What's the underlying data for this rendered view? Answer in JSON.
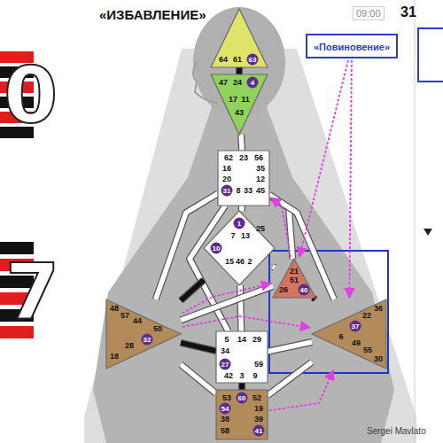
{
  "diagram": {
    "title": "«ИЗБАВЛЕНИЕ»",
    "nodes": [
      {
        "text": [
          "64",
          "61",
          "63"
        ]
      },
      {
        "text": [
          "«Повиновение»"
        ]
      },
      {
        "text": [
          "47",
          "24",
          "4",
          "17",
          "11",
          "43"
        ]
      },
      {
        "text": [
          "62",
          "23",
          "56",
          "16",
          "35",
          "20",
          "12",
          "31",
          "8",
          "33",
          "45"
        ]
      },
      {
        "text": [
          "1",
          "7",
          "13",
          "25",
          "10",
          "15",
          "46",
          "2"
        ]
      },
      {
        "text": [
          "21",
          "51",
          "26",
          "40"
        ]
      },
      {
        "text": [
          "48",
          "57",
          "44",
          "50",
          "32",
          "28",
          "18"
        ]
      },
      {
        "text": [
          "36",
          "22",
          "37",
          "6",
          "49",
          "55",
          "30"
        ]
      },
      {
        "text": [
          "5",
          "14",
          "29",
          "34",
          "27",
          "59",
          "42",
          "3",
          "9"
        ]
      },
      {
        "text": [
          "53",
          "60",
          "52",
          "54",
          "19",
          "38",
          "39",
          "58",
          "41"
        ]
      }
    ],
    "edges": [
      {
        "from": 0,
        "to": 2,
        "arrow": "none"
      },
      {
        "from": 2,
        "to": 3,
        "arrow": "none"
      },
      {
        "from": 3,
        "to": 4,
        "arrow": "none"
      },
      {
        "from": 3,
        "to": 5,
        "arrow": "none"
      },
      {
        "from": 3,
        "to": 6,
        "arrow": "none"
      },
      {
        "from": 3,
        "to": 7,
        "arrow": "none"
      },
      {
        "from": 3,
        "to": 8,
        "arrow": "none"
      },
      {
        "from": 4,
        "to": 5,
        "arrow": "none"
      },
      {
        "from": 4,
        "to": 6,
        "arrow": "none"
      },
      {
        "from": 4,
        "to": 8,
        "arrow": "none"
      },
      {
        "from": 5,
        "to": 6,
        "arrow": "none"
      },
      {
        "from": 5,
        "to": 7,
        "arrow": "none"
      },
      {
        "from": 6,
        "to": 8,
        "arrow": "none"
      },
      {
        "from": 8,
        "to": 7,
        "arrow": "none"
      },
      {
        "from": 8,
        "to": 9,
        "arrow": "none"
      },
      {
        "from": 6,
        "to": 9,
        "arrow": "none"
      },
      {
        "from": 7,
        "to": 9,
        "arrow": "none"
      },
      {
        "from": 1,
        "to": 5,
        "arrow": "to"
      },
      {
        "from": 1,
        "to": 7,
        "arrow": "to"
      },
      {
        "from": 6,
        "to": 5,
        "arrow": "to"
      },
      {
        "from": 6,
        "to": 7,
        "arrow": "to"
      },
      {
        "from": 5,
        "to": 3,
        "arrow": "to"
      },
      {
        "from": 9,
        "to": 7,
        "arrow": "to"
      }
    ],
    "labels": [
      "09:00",
      "31",
      "0",
      "7",
      "Sergei Mavlato"
    ]
  }
}
